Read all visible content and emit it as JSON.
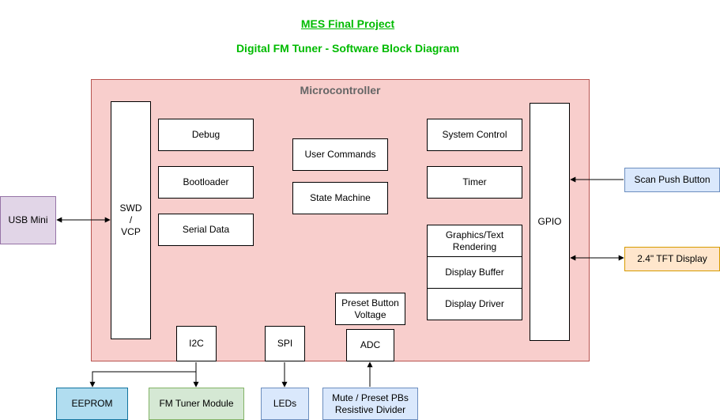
{
  "header": {
    "title": "MES Final Project",
    "subtitle": "Digital FM Tuner - Software Block Diagram"
  },
  "microcontroller": {
    "title": "Microcontroller",
    "blocks": {
      "swd": "SWD\n/\nVCP",
      "debug": "Debug",
      "bootloader": "Bootloader",
      "serial": "Serial Data",
      "user_commands": "User Commands",
      "state_machine": "State Machine",
      "system_control": "System Control",
      "timer": "Timer",
      "graphics": "Graphics/Text\nRendering",
      "display_buffer": "Display Buffer",
      "display_driver": "Display Driver",
      "gpio": "GPIO",
      "i2c": "I2C",
      "spi": "SPI",
      "adc": "ADC",
      "preset_voltage": "Preset Button\nVoltage"
    }
  },
  "external": {
    "usb_mini": "USB Mini",
    "scan_button": "Scan Push Button",
    "tft_display": "2.4\" TFT Display",
    "eeprom": "EEPROM",
    "fm_tuner": "FM Tuner Module",
    "leds": "LEDs",
    "mute_preset": "Mute / Preset PBs\nResistive Divider"
  },
  "colors": {
    "title_green": "#00bb00",
    "micro_fill": "#f8cecc",
    "micro_border": "#b85450"
  }
}
